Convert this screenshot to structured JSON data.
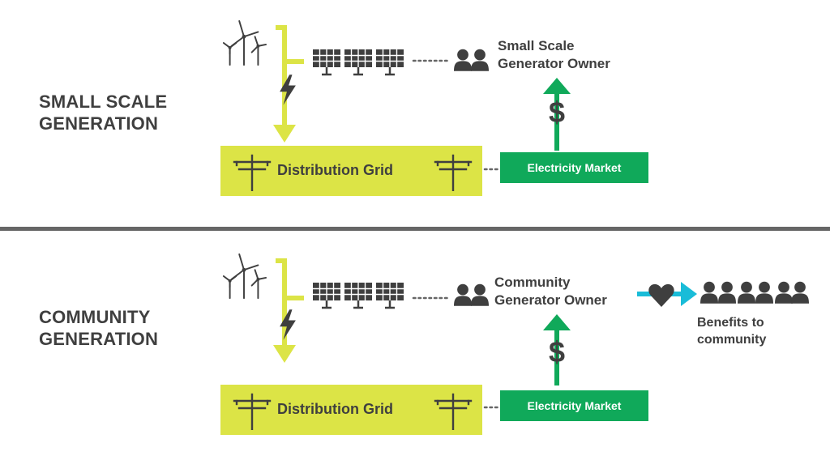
{
  "colors": {
    "lime": "#dce446",
    "green": "#10a95a",
    "cyan": "#19bcd8",
    "dark": "#3f3f3f",
    "divider": "#666666"
  },
  "icons": [
    "wind-turbine-icon",
    "solar-panel-icon",
    "lightning-bolt-icon",
    "people-icon",
    "power-pole-icon",
    "dollar-icon",
    "heart-icon",
    "arrow-icon"
  ],
  "small_scale": {
    "title_line1": "SMALL SCALE",
    "title_line2": "GENERATION",
    "owner_line1": "Small Scale",
    "owner_line2": "Generator Owner",
    "grid_label": "Distribution Grid",
    "market_label": "Electricity Market",
    "dollar_symbol": "$"
  },
  "community": {
    "title_line1": "COMMUNITY",
    "title_line2": "GENERATION",
    "owner_line1": "Community",
    "owner_line2": "Generator Owner",
    "grid_label": "Distribution Grid",
    "market_label": "Electricity Market",
    "dollar_symbol": "$",
    "benefits_line1": "Benefits to",
    "benefits_line2": "community"
  }
}
